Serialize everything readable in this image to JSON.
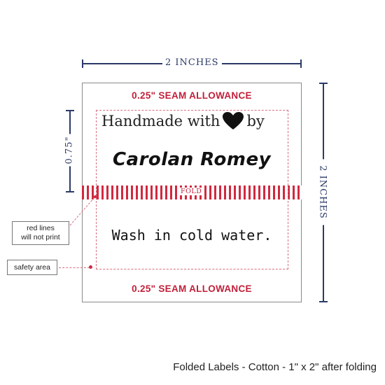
{
  "dimensions": {
    "width_label": "2 INCHES",
    "height_label": "2 INCHES",
    "fold_height_label": "0.75\""
  },
  "label": {
    "seam_top": "0.25\" SEAM ALLOWANCE",
    "seam_bottom": "0.25\" SEAM ALLOWANCE",
    "handmade_prefix": "Handmade with",
    "handmade_suffix": "by",
    "maker_name": "Carolan Romey",
    "fold_text": "FOLD",
    "care_text": "Wash in cold water."
  },
  "callouts": {
    "red_lines_line1": "red lines",
    "red_lines_line2": "will not print",
    "safety_area": "safety area"
  },
  "caption": "Folded Labels - Cotton - 1\" x 2\" after folding",
  "colors": {
    "dimension": "#2b3a67",
    "accent_red": "#c21f3a",
    "safety_dash": "#d8707e"
  }
}
